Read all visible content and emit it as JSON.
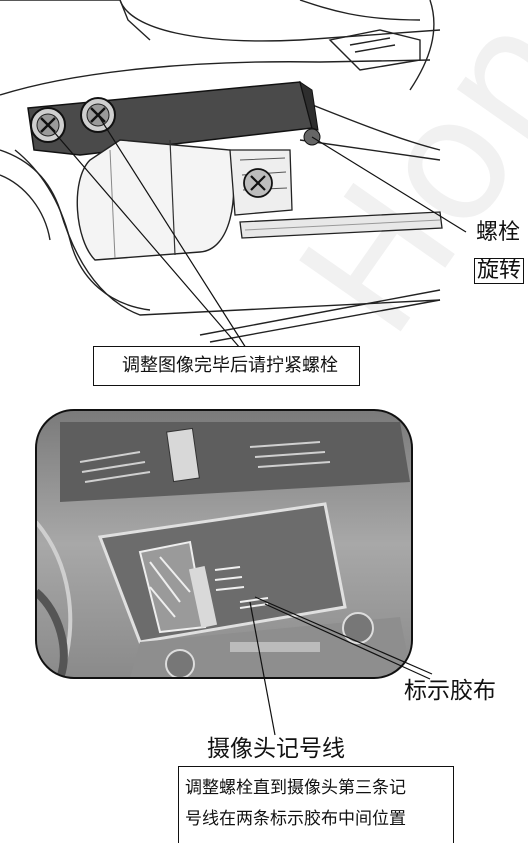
{
  "labels": {
    "bolt": "螺栓",
    "rotate": "旋转",
    "tighten_note": "调整图像完毕后请拧紧螺栓",
    "marker_tape": "标示胶布",
    "camera_line": "摄像头记号线",
    "adjust_note_line1": "调整螺栓直到摄像头第三条记",
    "adjust_note_line2": "号线在两条标示胶布中间位置"
  },
  "watermark": "Hon"
}
